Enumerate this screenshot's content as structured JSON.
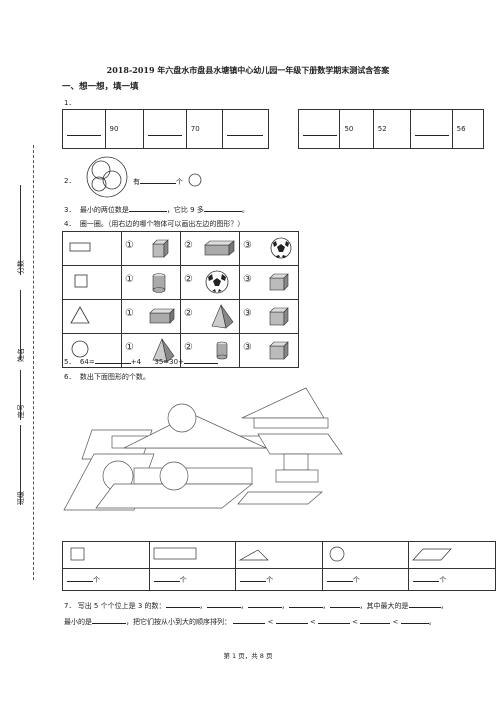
{
  "title": "2018-2019 年六盘水市盘县水塘镇中心幼儿园一年级下册数学期末测试含答案",
  "section1": "一、想一想，填一填",
  "q1": {
    "num": "1．",
    "left_values": [
      "90",
      "70"
    ],
    "right_values": [
      "50",
      "52",
      "56"
    ]
  },
  "q2": {
    "num": "2．",
    "text_a": "有",
    "text_b": "个"
  },
  "q3": {
    "num": "3．",
    "text_a": "最小的两位数是",
    "text_b": "，它比 9 多",
    "text_c": "。"
  },
  "q4": {
    "num": "4．",
    "text": "圈一圈。（用右边的哪个物体可以画出左边的图形？）",
    "labels": [
      "①",
      "②",
      "③"
    ]
  },
  "q5": {
    "num": "5．",
    "a": "64=",
    "b": "+4",
    "c": "35=30+"
  },
  "q6": {
    "num": "6．",
    "text": "数出下面图形的个数。",
    "unit": "个"
  },
  "q7": {
    "num": "7．",
    "line1": "写出 5 个个位上是 3 的数：",
    "line1_end": "，其中最大的是",
    "line2": "最小的是",
    "line2_mid": "，把它们按从小到大的顺序排列：",
    "lt": "<"
  },
  "sidebar": {
    "score": "分数",
    "name": "姓名",
    "seat": "座号",
    "class": "班级"
  },
  "footer": "第 1 页，共 8 页"
}
